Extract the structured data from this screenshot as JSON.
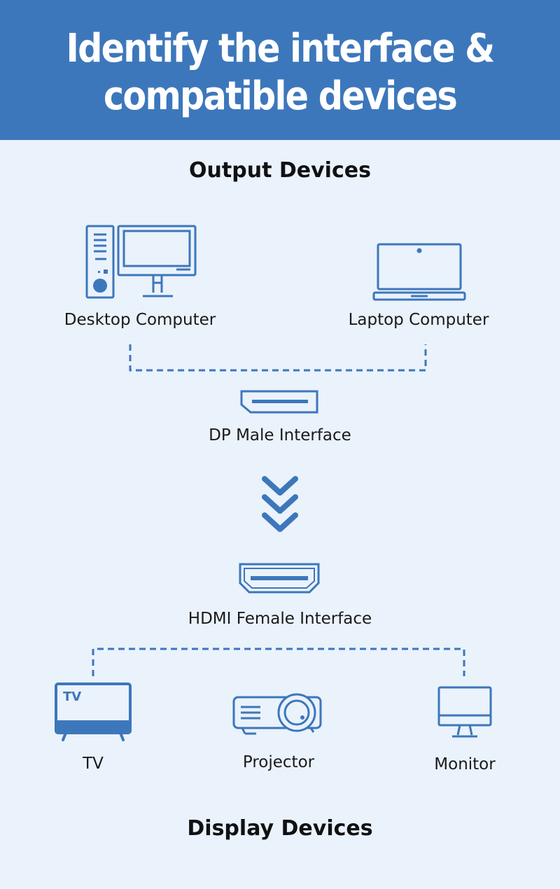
{
  "header": {
    "title_line1": "Identify the interface &",
    "title_line2": "compatible devices"
  },
  "output_section": {
    "title": "Output Devices",
    "devices": [
      {
        "label": "Desktop Computer",
        "icon": "desktop-computer-icon"
      },
      {
        "label": "Laptop Computer",
        "icon": "laptop-icon"
      }
    ]
  },
  "interfaces": {
    "dp": {
      "label": "DP Male Interface",
      "icon": "dp-port-icon"
    },
    "arrow_icon": "triple-chevron-down-icon",
    "hdmi": {
      "label": "HDMI Female Interface",
      "icon": "hdmi-port-icon"
    }
  },
  "display_section": {
    "title": "Display Devices",
    "devices": [
      {
        "label": "TV",
        "icon": "tv-icon",
        "icon_text": "TV"
      },
      {
        "label": "Projector",
        "icon": "projector-icon"
      },
      {
        "label": "Monitor",
        "icon": "monitor-icon"
      }
    ]
  },
  "colors": {
    "accent": "#3d77bb",
    "background": "#eaf2fb",
    "text": "#111111"
  }
}
